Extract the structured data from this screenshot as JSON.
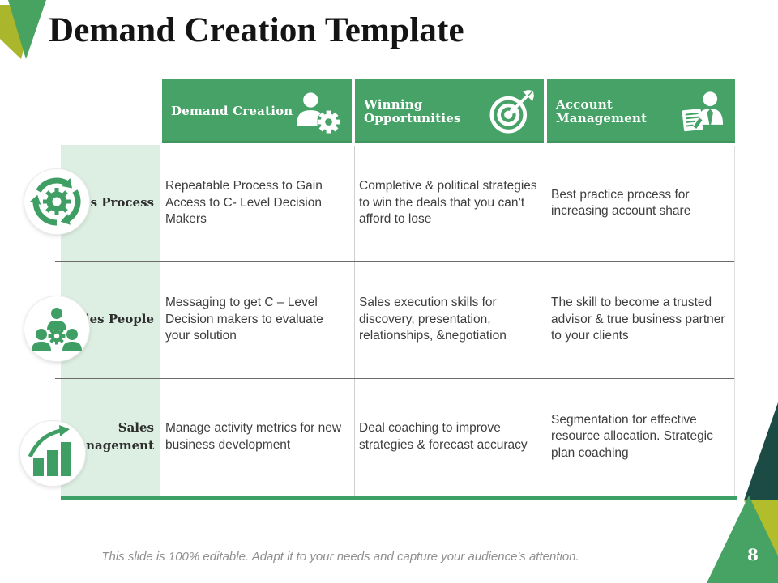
{
  "slide": {
    "title": "Demand Creation Template",
    "page_number": "8",
    "footer_note": "This slide is 100% editable. Adapt it to your needs and capture your audience's attention."
  },
  "table": {
    "columns": [
      {
        "label": "Demand Creation",
        "icon": "person-gear-icon"
      },
      {
        "label": "Winning Opportunities",
        "icon": "target-dart-icon"
      },
      {
        "label": "Account Management",
        "icon": "document-person-icon"
      }
    ],
    "rows": [
      {
        "label": "Sales Process",
        "icon": "process-cycle-icon",
        "cells": [
          "Repeatable Process to Gain Access to C- Level Decision Makers",
          "Completive & political strategies to win the deals that you can’t afford to lose",
          "Best practice process for increasing account share"
        ]
      },
      {
        "label": "Sales People",
        "icon": "team-gear-icon",
        "cells": [
          "Messaging to get C – Level Decision makers to evaluate your solution",
          "Sales execution skills for discovery, presentation, relationships, &negotiation",
          "The skill to become a trusted advisor & true business partner to your clients"
        ]
      },
      {
        "label": "Sales Management",
        "icon": "growth-chart-icon",
        "cells": [
          "Manage activity metrics for new business development",
          "Deal coaching to improve strategies & forecast accuracy",
          "Segmentation for effective resource allocation. Strategic plan coaching"
        ]
      }
    ]
  },
  "colors": {
    "header_green": "#46a266",
    "row_header_green": "#dcefe2",
    "icon_green": "#3f9e63",
    "underline_green": "#3da066",
    "olive": "#aeb92c",
    "dark_teal": "#1c4b45",
    "corner_green": "#47a363"
  }
}
